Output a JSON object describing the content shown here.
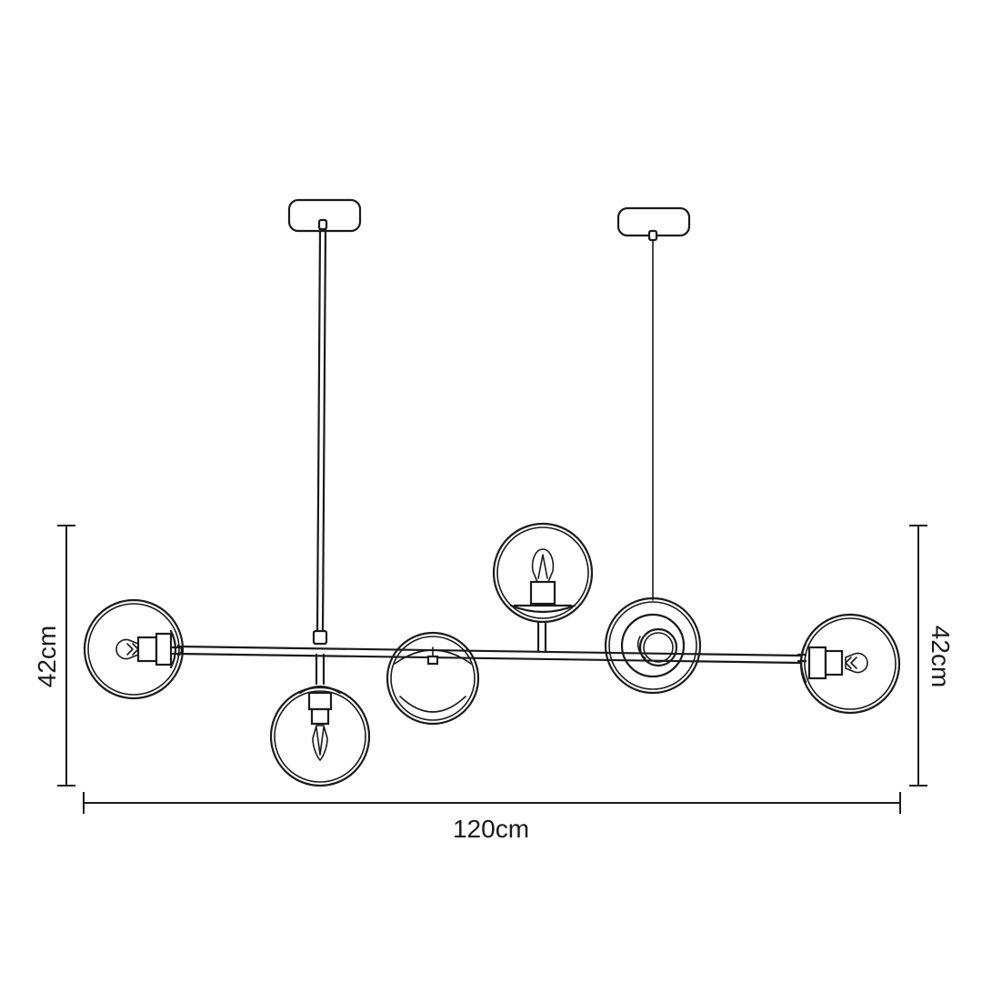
{
  "dimensions": {
    "width_label": "120cm",
    "height_left_label": "42cm",
    "height_right_label": "42cm"
  },
  "colors": {
    "line": "#1a1a1a",
    "background": "#ffffff"
  }
}
